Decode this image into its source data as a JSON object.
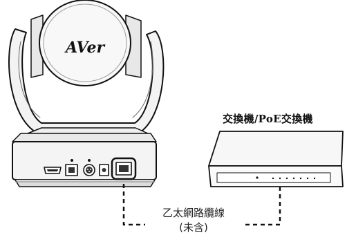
{
  "brand_logo_text": "AVer",
  "switch_label": "交換機/PoE交換機",
  "cable": {
    "label": "乙太網路纜線",
    "note": "(未含)"
  },
  "camera_ports": [
    "hdmi-port",
    "usb-port",
    "rs232-port",
    "dc-power-port",
    "lan-port"
  ]
}
